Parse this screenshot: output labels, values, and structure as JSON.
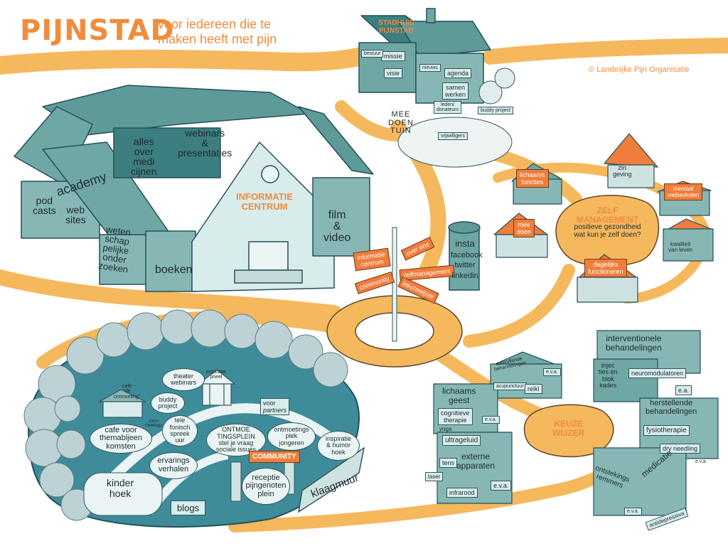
{
  "header": {
    "title": "PIJNSTAD",
    "subtitle_line1": "voor iedereen die te",
    "subtitle_line2": "maken heeft met pijn",
    "copyright": "© Landelijke Pijn Organisatie"
  },
  "colors": {
    "accent": "#f08c3c",
    "road": "#f6b85c",
    "building": "#6fa7a5",
    "roof": "#3d7f80",
    "water": "#3e8b9a",
    "roof_orange": "#ef7d3c"
  },
  "stadhuis": {
    "title1": "STADHUIS",
    "title2": "PIJNSTAD",
    "missie": "missie",
    "visie": "visie",
    "agenda": "agenda",
    "samen1": "samen",
    "samen2": "werken",
    "bestuur": "bestuur",
    "nieuws": "nieuws"
  },
  "tuin": {
    "mee": "MEE",
    "doen": "DOEN",
    "tuin": "TUIN",
    "leden1": "leden/",
    "leden2": "donateurs",
    "vrijwilligers": "vrijwilligers",
    "buddy": "buddy project"
  },
  "info": {
    "title1": "INFORMATIE",
    "title2": "CENTRUM",
    "academy": "academy",
    "podcasts1": "pod",
    "podcasts2": "casts",
    "websites1": "web",
    "websites2": "sites",
    "weten1": "weten",
    "weten2": "schap",
    "weten3": "pelijke",
    "weten4": "onder",
    "weten5": "zoeken",
    "boeken": "boeken",
    "alles1": "alles",
    "alles2": "over",
    "alles3": "medi",
    "alles4": "cijnen",
    "webinars1": "webinars",
    "webinars2": "&",
    "webinars3": "presentaties",
    "film1": "film",
    "film2": "&",
    "film3": "video"
  },
  "signpost": {
    "informatie1": "informatie",
    "informatie2": "centrum",
    "overons": "over ons",
    "zelfmanagement": "zelfmanagement",
    "community": "community",
    "keuzewijzer": "keuzewijzer"
  },
  "social": {
    "insta": "insta",
    "facebook": "facebook",
    "twitter": "twitter",
    "linkedin": "linkedin"
  },
  "zelf": {
    "title1": "ZELF",
    "title2": "MANAGEMENT",
    "sub1": "positieve gezondheid",
    "sub2": "wat kun je zelf doen?",
    "lichaams1": "lichaams",
    "lichaams2": "functies",
    "zin1": "zin",
    "zin2": "geving",
    "mentaal1": "mentaal",
    "mentaal2": "welbevinden",
    "meedoen1": "mee",
    "meedoen2": "doen",
    "kwaliteit1": "kwaliteit",
    "kwaliteit2": "van leven",
    "dagelijks1": "dagelijks",
    "dagelijks2": "functioneren"
  },
  "keuze": {
    "title1": "KEUZE",
    "title2": "WIJZER",
    "interventionele1": "interventionele",
    "interventionele2": "behandelingen",
    "injecties1": "injec",
    "injecties2": "ties en",
    "injecties3": "blok",
    "injecties4": "kades",
    "neuromodulatoren": "neuromodulatoren",
    "ea": "e.a.",
    "aanvullende1": "aanvullende",
    "aanvullende2": "behandelingen",
    "acupunctuur": "acupunctuur",
    "reiki": "reiki",
    "eva": "e.v.a.",
    "lichaamsgeest1": "lichaams",
    "lichaamsgeest2": "geest",
    "cognitieve1": "cognitieve",
    "cognitieve2": "therapie",
    "yoga": "yoga",
    "herstellende1": "herstellende",
    "herstellende2": "behandelingen",
    "fysiotherapie": "fysiotherapie",
    "dryneedling": "dry needling",
    "ultrageluid": "ultrageluid",
    "externe1": "externe",
    "externe2": "apparaten",
    "tens": "tens",
    "laser": "laser",
    "infrarood": "infrarood",
    "medicatie": "medicatie",
    "ontstekings1": "ontstekings",
    "ontstekings2": "remmers",
    "antidepressiva": "antidepressiva"
  },
  "park": {
    "theater1": "theater",
    "theater2": "webinars",
    "inspiratie1": "inspiratie",
    "inspiratie2": "prieel",
    "cafe1": "cafe",
    "cafe2": "\"de",
    "cafe3": "ontmoeting\"",
    "buddy1": "buddy",
    "buddy2": "project",
    "voor1": "voor",
    "voor2": "partners",
    "zoom1": "zoom",
    "zoom2": "meetings",
    "tele1": "tele",
    "tele2": "fonisch",
    "tele3": "spreek",
    "tele4": "uur",
    "cafethema1": "cafe voor",
    "cafethema2": "themabijeen",
    "cafethema3": "komsten",
    "ontmoe1": "ONTMOE",
    "ontmoe2": "TINGSPLEIN",
    "ontmoe3": "stel je vraag",
    "ontmoe4": "sociale issues",
    "ontmoetingsplek1": "ontmoetings",
    "ontmoetingsplek2": "plek",
    "ontmoetingsplek3": "jongeren",
    "humor1": "inspiratie",
    "humor2": "& humor",
    "humor3": "hoek",
    "community": "COMMUNITY",
    "ervarings1": "ervarings",
    "ervarings2": "verhalen",
    "receptie1": "receptie",
    "receptie2": "pijngenoten",
    "receptie3": "plein",
    "kinder1": "kinder",
    "kinder2": "hoek",
    "blogs": "blogs",
    "klaagmuur": "klaagmuur"
  }
}
